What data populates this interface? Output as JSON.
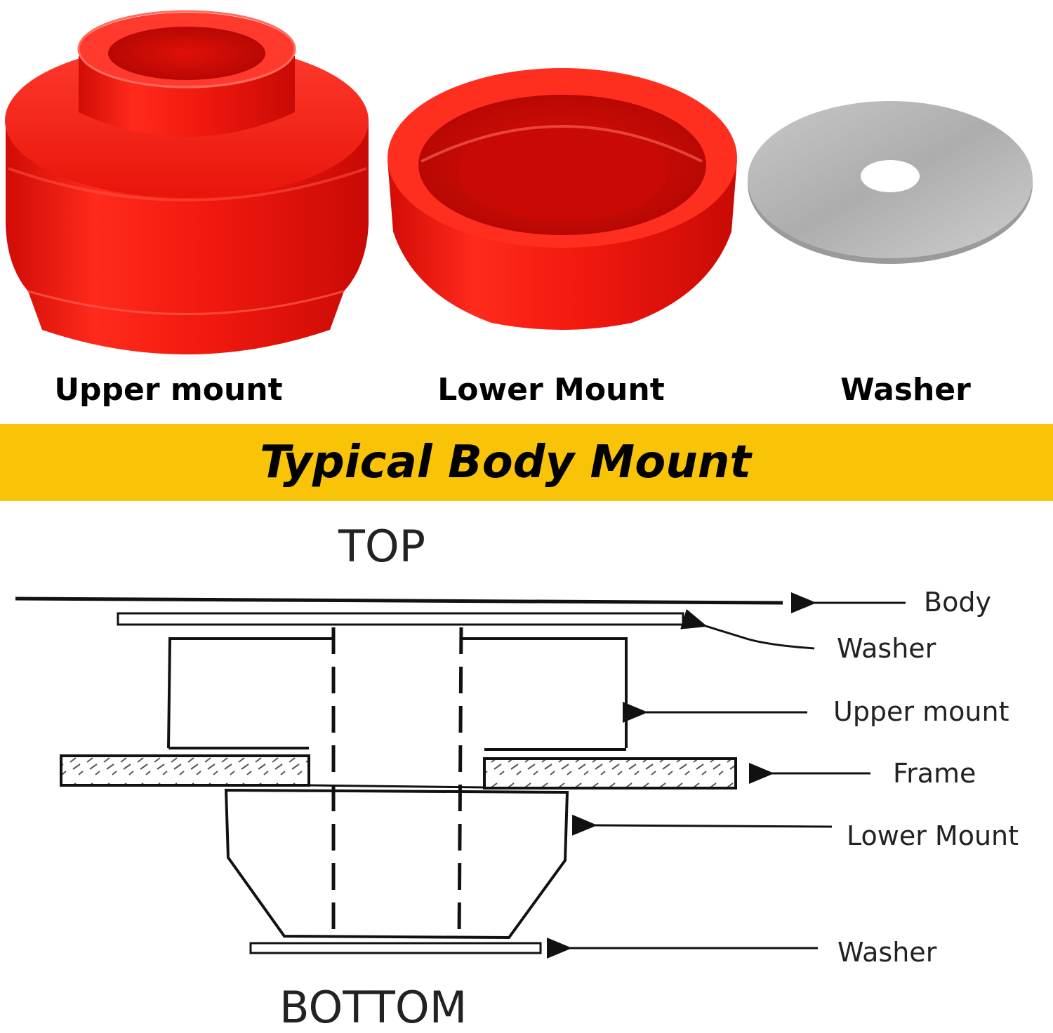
{
  "products": [
    {
      "label": "Upper mount",
      "icon": "upper-mount-bushing"
    },
    {
      "label": "Lower Mount",
      "icon": "lower-mount-bushing"
    },
    {
      "label": "Washer",
      "icon": "washer"
    }
  ],
  "banner": {
    "title": "Typical Body Mount",
    "color": "#f9c307"
  },
  "diagram": {
    "top_label": "TOP",
    "bottom_label": "BOTTOM",
    "callouts": [
      "Body",
      "Washer",
      "Upper mount",
      "Frame",
      "Lower Mount",
      "Washer"
    ]
  },
  "colors": {
    "polyurethane_red": "#f01a10",
    "washer_steel": "#b9b9b9"
  }
}
